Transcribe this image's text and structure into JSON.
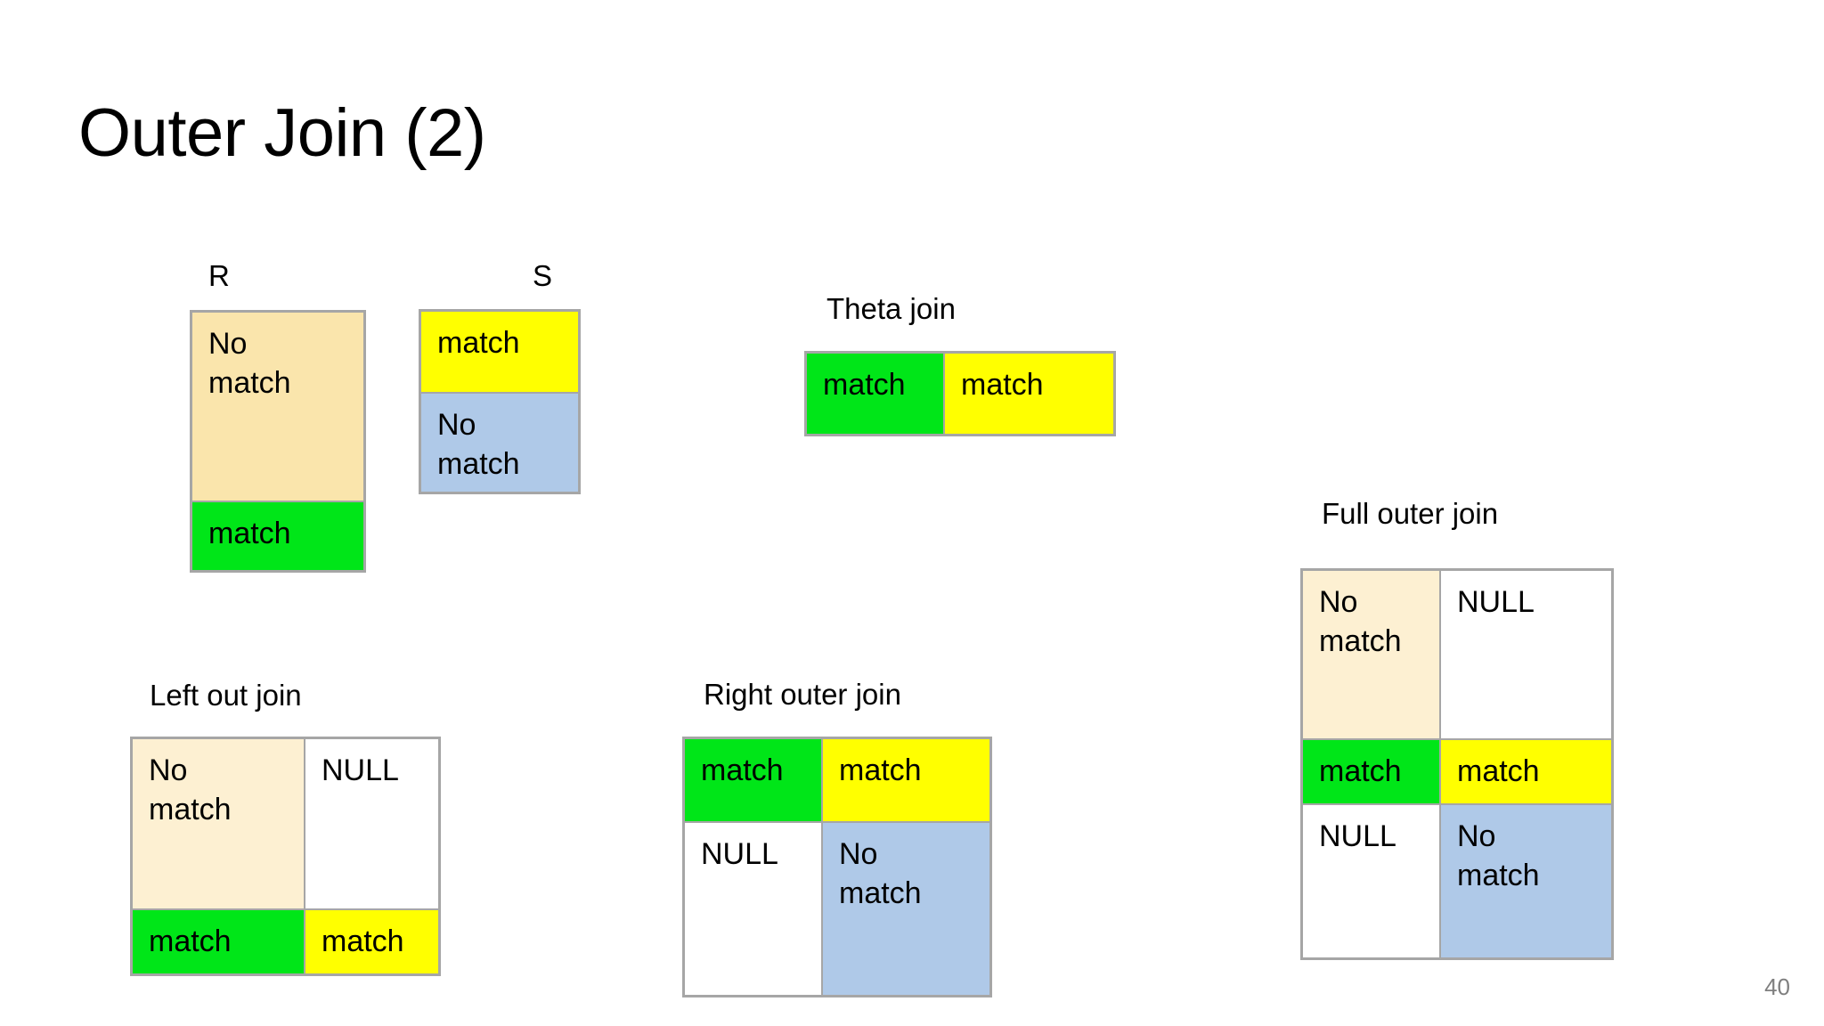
{
  "slide": {
    "title": "Outer Join (2)",
    "page_number": "40"
  },
  "colors": {
    "r_no_match": "#FAE5AC",
    "r_match_green": "#00E618",
    "s_match_yellow": "#FFFF00",
    "s_no_match_blue": "#AFC9E8",
    "cream_no_match": "#FDF0D2",
    "null_white": "#FFFFFF",
    "border_gray": "#A6A6A6",
    "page_number_gray": "#7F7F7F",
    "text_black": "#000000"
  },
  "source_tables": {
    "r": {
      "letter": "R",
      "rows": [
        {
          "text": "No\nmatch",
          "color": "#FAE5AC"
        },
        {
          "text": "match",
          "color": "#00E618"
        }
      ]
    },
    "s": {
      "letter": "S",
      "rows": [
        {
          "text": "match",
          "color": "#FFFF00"
        },
        {
          "text": "No\nmatch",
          "color": "#AFC9E8"
        }
      ]
    }
  },
  "joins": [
    {
      "id": "theta",
      "caption": "Theta join",
      "cells": [
        {
          "text": "match",
          "color": "#00E618"
        },
        {
          "text": "match",
          "color": "#FFFF00"
        }
      ]
    },
    {
      "id": "left",
      "caption": "Left out join",
      "cells": [
        {
          "text": "No\nmatch",
          "color": "#FDF0D2"
        },
        {
          "text": "NULL",
          "color": "#FFFFFF"
        },
        {
          "text": "match",
          "color": "#00E618"
        },
        {
          "text": "match",
          "color": "#FFFF00"
        }
      ]
    },
    {
      "id": "right",
      "caption": "Right outer join",
      "cells": [
        {
          "text": "match",
          "color": "#00E618"
        },
        {
          "text": "match",
          "color": "#FFFF00"
        },
        {
          "text": "NULL",
          "color": "#FFFFFF"
        },
        {
          "text": "No\nmatch",
          "color": "#AFC9E8"
        }
      ]
    },
    {
      "id": "full",
      "caption": "Full outer join",
      "cells": [
        {
          "text": "No\nmatch",
          "color": "#FDF0D2"
        },
        {
          "text": "NULL",
          "color": "#FFFFFF"
        },
        {
          "text": "match",
          "color": "#00E618"
        },
        {
          "text": "match",
          "color": "#FFFF00"
        },
        {
          "text": "NULL",
          "color": "#FFFFFF"
        },
        {
          "text": "No\nmatch",
          "color": "#AFC9E8"
        }
      ]
    }
  ]
}
